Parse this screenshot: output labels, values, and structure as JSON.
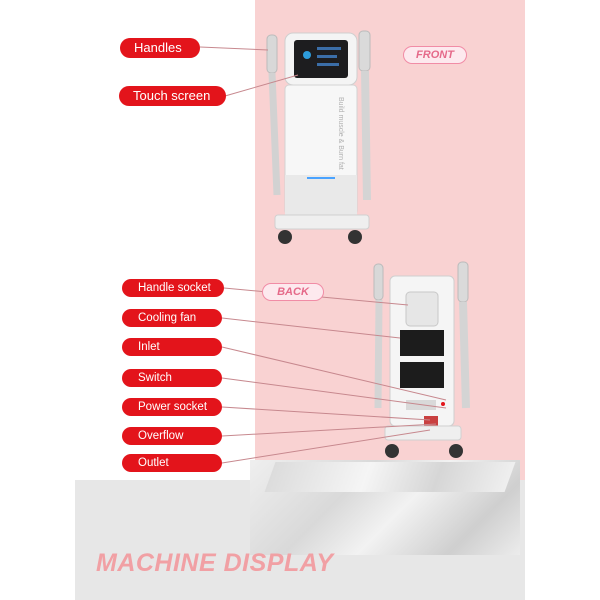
{
  "front_labels": {
    "handles": "Handles",
    "touch_screen": "Touch screen"
  },
  "front_tag": "FRONT",
  "back_tag": "BACK",
  "back_labels": [
    "Handle socket",
    "Cooling fan",
    "Inlet",
    "Switch",
    "Power socket",
    "Overflow",
    "Outlet"
  ],
  "device_text": "Build muscle & Burn fat",
  "footer_title": "MACHINE DISPLAY",
  "colors": {
    "label_red": "#e3141b",
    "panel_pink": "#f9d2d2",
    "title_pink": "#f1a0a4",
    "tag_pink": "#e56a8a"
  }
}
